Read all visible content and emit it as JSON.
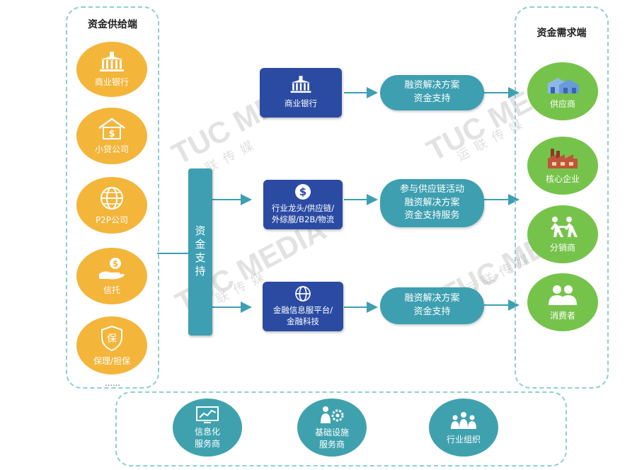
{
  "supply": {
    "title": "资金供给端",
    "items": [
      {
        "label": "商业银行",
        "icon": "bank-icon"
      },
      {
        "label": "小贷公司",
        "icon": "house-dollar-icon"
      },
      {
        "label": "P2P公司",
        "icon": "globe-icon"
      },
      {
        "label": "信托",
        "icon": "hand-coin-icon"
      },
      {
        "label": "保理/担保",
        "icon": "shield-icon"
      }
    ],
    "shield_char": "保",
    "more": "……"
  },
  "support_bar": {
    "label": "资金支持"
  },
  "intermediaries": [
    {
      "lines": [
        "商业银行"
      ],
      "icon": "bank-icon"
    },
    {
      "lines": [
        "行业龙头/供应链/",
        "外综服/B2B/物流"
      ],
      "icon": "dollar-icon"
    },
    {
      "lines": [
        "金融信息服平台/",
        "金融科技"
      ],
      "icon": "globe-icon"
    }
  ],
  "services": [
    {
      "lines": [
        "融资解决方案",
        "资金支持"
      ]
    },
    {
      "lines": [
        "参与供应链活动",
        "融资解决方案",
        "资金支持服务"
      ]
    },
    {
      "lines": [
        "融资解决方案",
        "资金支持"
      ]
    }
  ],
  "demand": {
    "title": "资金需求端",
    "items": [
      {
        "label": "供应商",
        "icon": "warehouse-icon"
      },
      {
        "label": "核心企业",
        "icon": "factory-icon"
      },
      {
        "label": "分销商",
        "icon": "people-icon"
      },
      {
        "label": "消费者",
        "icon": "consumer-icon"
      }
    ]
  },
  "bottom": {
    "items": [
      {
        "lines": [
          "信息化",
          "服务商"
        ],
        "icon": "chart-screen-icon"
      },
      {
        "lines": [
          "基础设施",
          "服务商"
        ],
        "icon": "gear-person-icon"
      },
      {
        "lines": [
          "行业组织"
        ],
        "icon": "group-icon"
      }
    ]
  },
  "watermark": {
    "brand": "TUC MEDIA",
    "sub": "运联传媒"
  },
  "colors": {
    "supply": "#f3b53a",
    "demand": "#76c34b",
    "navy": "#2b4ba3",
    "teal": "#3d9fb0",
    "dash": "#8fcfd0"
  }
}
